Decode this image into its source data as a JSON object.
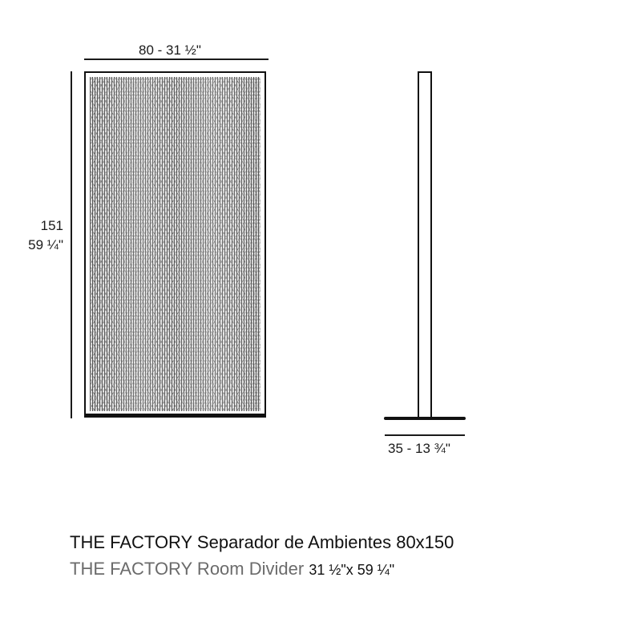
{
  "drawing": {
    "front_view": {
      "width_dimension": "80 - 31 ½\"",
      "height_dimension_cm": "151",
      "height_dimension_in": "59 ¼\""
    },
    "side_view": {
      "base_dimension": "35 - 13 ¾\""
    }
  },
  "caption": {
    "spanish_title": "THE FACTORY Separador de Ambientes 80x150",
    "english_title_name": "THE FACTORY Room Divider",
    "english_title_size": "31 ½\"x 59 ¼\""
  },
  "colors": {
    "line": "#111111",
    "caption_primary": "#111111",
    "caption_secondary": "#6b6b6b",
    "background": "#ffffff"
  }
}
